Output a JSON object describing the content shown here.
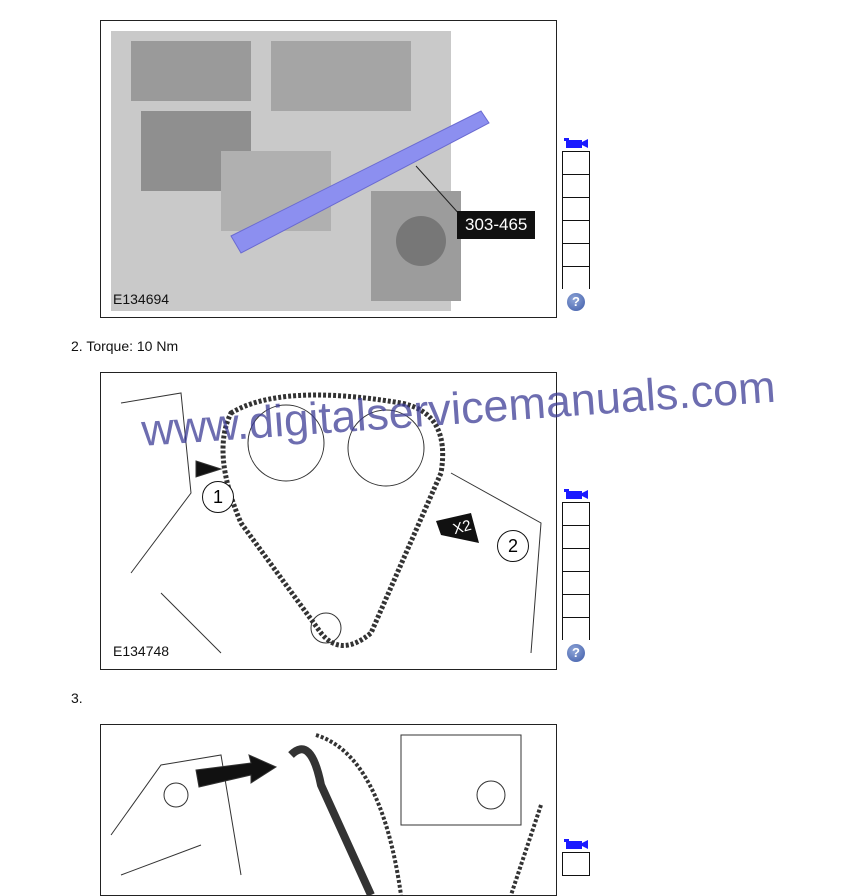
{
  "figures": [
    {
      "id": "E134694",
      "callout": "303-465"
    },
    {
      "id": "E134748",
      "labels": [
        "1",
        "2"
      ],
      "multiplier": "X2"
    },
    {
      "id": ""
    }
  ],
  "steps": [
    "2. Torque: 10 Nm",
    "3."
  ],
  "watermark": "www.digitalservicemanuals.com",
  "help_glyph": "?",
  "colors": {
    "tool_blue": "#8c8ff0",
    "icon_blue": "#1a1aff"
  }
}
